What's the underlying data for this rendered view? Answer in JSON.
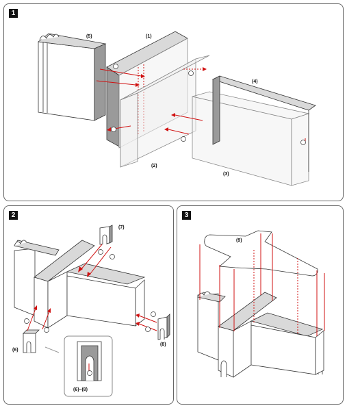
{
  "steps": [
    {
      "badge": "1",
      "labels": {
        "p1": "(1)",
        "p2": "(2)",
        "p3": "(3)",
        "p4": "(4)",
        "p5": "(5)"
      }
    },
    {
      "badge": "2",
      "labels": {
        "p6": "(6)",
        "p7": "(7)",
        "p8": "(8)",
        "inset": "(6)–(8)"
      }
    },
    {
      "badge": "3",
      "labels": {
        "p9": "(9)"
      }
    }
  ],
  "colors": {
    "arrow": "#d01010",
    "panel_border": "#666666",
    "badge_bg": "#111111"
  }
}
